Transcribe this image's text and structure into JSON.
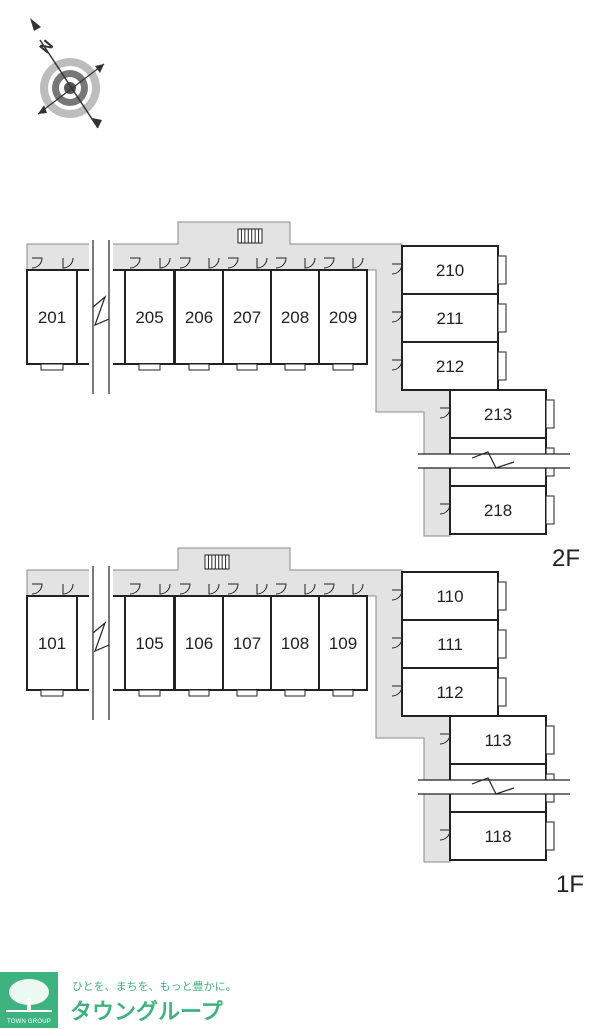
{
  "compass": {
    "label": "N",
    "icon": "compass-rose-icon"
  },
  "floors": [
    {
      "id": "2F",
      "label": "2F",
      "row_rooms": [
        "201",
        "205",
        "206",
        "207",
        "208",
        "209"
      ],
      "wing_rooms": [
        "210",
        "211",
        "212"
      ],
      "lower_rooms": [
        "213",
        "218"
      ]
    },
    {
      "id": "1F",
      "label": "1F",
      "row_rooms": [
        "101",
        "105",
        "106",
        "107",
        "108",
        "109"
      ],
      "wing_rooms": [
        "110",
        "111",
        "112"
      ],
      "lower_rooms": [
        "113",
        "118"
      ]
    }
  ],
  "brand": {
    "slogan": "ひとを、まちを、もっと豊かに。",
    "name": "タウングループ",
    "mark_text": "TOWN GROUP",
    "color": "#3fb37f"
  },
  "colors": {
    "corridor": "#e3e3e3",
    "wall": "#222222",
    "accent": "#3fb37f"
  }
}
